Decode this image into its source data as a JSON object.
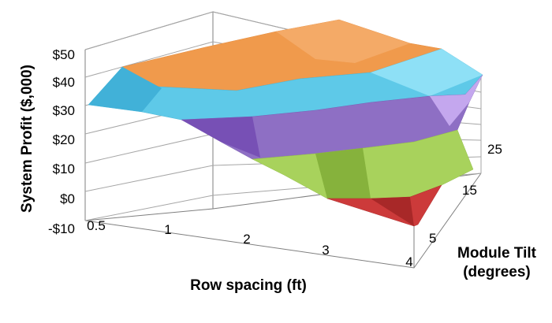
{
  "chart_data": {
    "type": "surface3d",
    "title": "",
    "zlabel": "System Profit ($,000)",
    "xlabel": "Row spacing (ft)",
    "ylabel_line1": "Module Tilt",
    "ylabel_line2": "(degrees)",
    "z_ticks": [
      "$50",
      "$40",
      "$30",
      "$20",
      "$10",
      "$0",
      "-$10"
    ],
    "x_ticks": [
      "0.5",
      "1",
      "2",
      "3",
      "4"
    ],
    "y_ticks": [
      "5",
      "15",
      "25"
    ],
    "zlim": [
      -10,
      50
    ],
    "grid": true,
    "legend": "none",
    "bands": [
      {
        "range": [
          -10,
          0
        ],
        "color": "#cc3a3a"
      },
      {
        "range": [
          0,
          10
        ],
        "color": "#9fd357"
      },
      {
        "range": [
          10,
          20
        ],
        "color": "#a7d15a"
      },
      {
        "range": [
          20,
          30
        ],
        "color": "#8e6fc4"
      },
      {
        "range": [
          30,
          40
        ],
        "color": "#5cc8e8"
      },
      {
        "range": [
          40,
          50
        ],
        "color": "#f29a4a"
      }
    ],
    "surface_outline": [
      {
        "row_spacing": 0.5,
        "tilt": 5,
        "profit": 31
      },
      {
        "row_spacing": 0.5,
        "tilt": 15,
        "profit": 39
      },
      {
        "row_spacing": 1,
        "tilt": 25,
        "profit": 43
      },
      {
        "row_spacing": 3,
        "tilt": 25,
        "profit": 47
      },
      {
        "row_spacing": 4,
        "tilt": 25,
        "profit": 43
      },
      {
        "row_spacing": 4,
        "tilt": 15,
        "profit": 22
      },
      {
        "row_spacing": 4,
        "tilt": 5,
        "profit": -3
      },
      {
        "row_spacing": 3,
        "tilt": 5,
        "profit": 0
      },
      {
        "row_spacing": 2,
        "tilt": 5,
        "profit": 10
      },
      {
        "row_spacing": 1,
        "tilt": 5,
        "profit": 25
      }
    ]
  }
}
